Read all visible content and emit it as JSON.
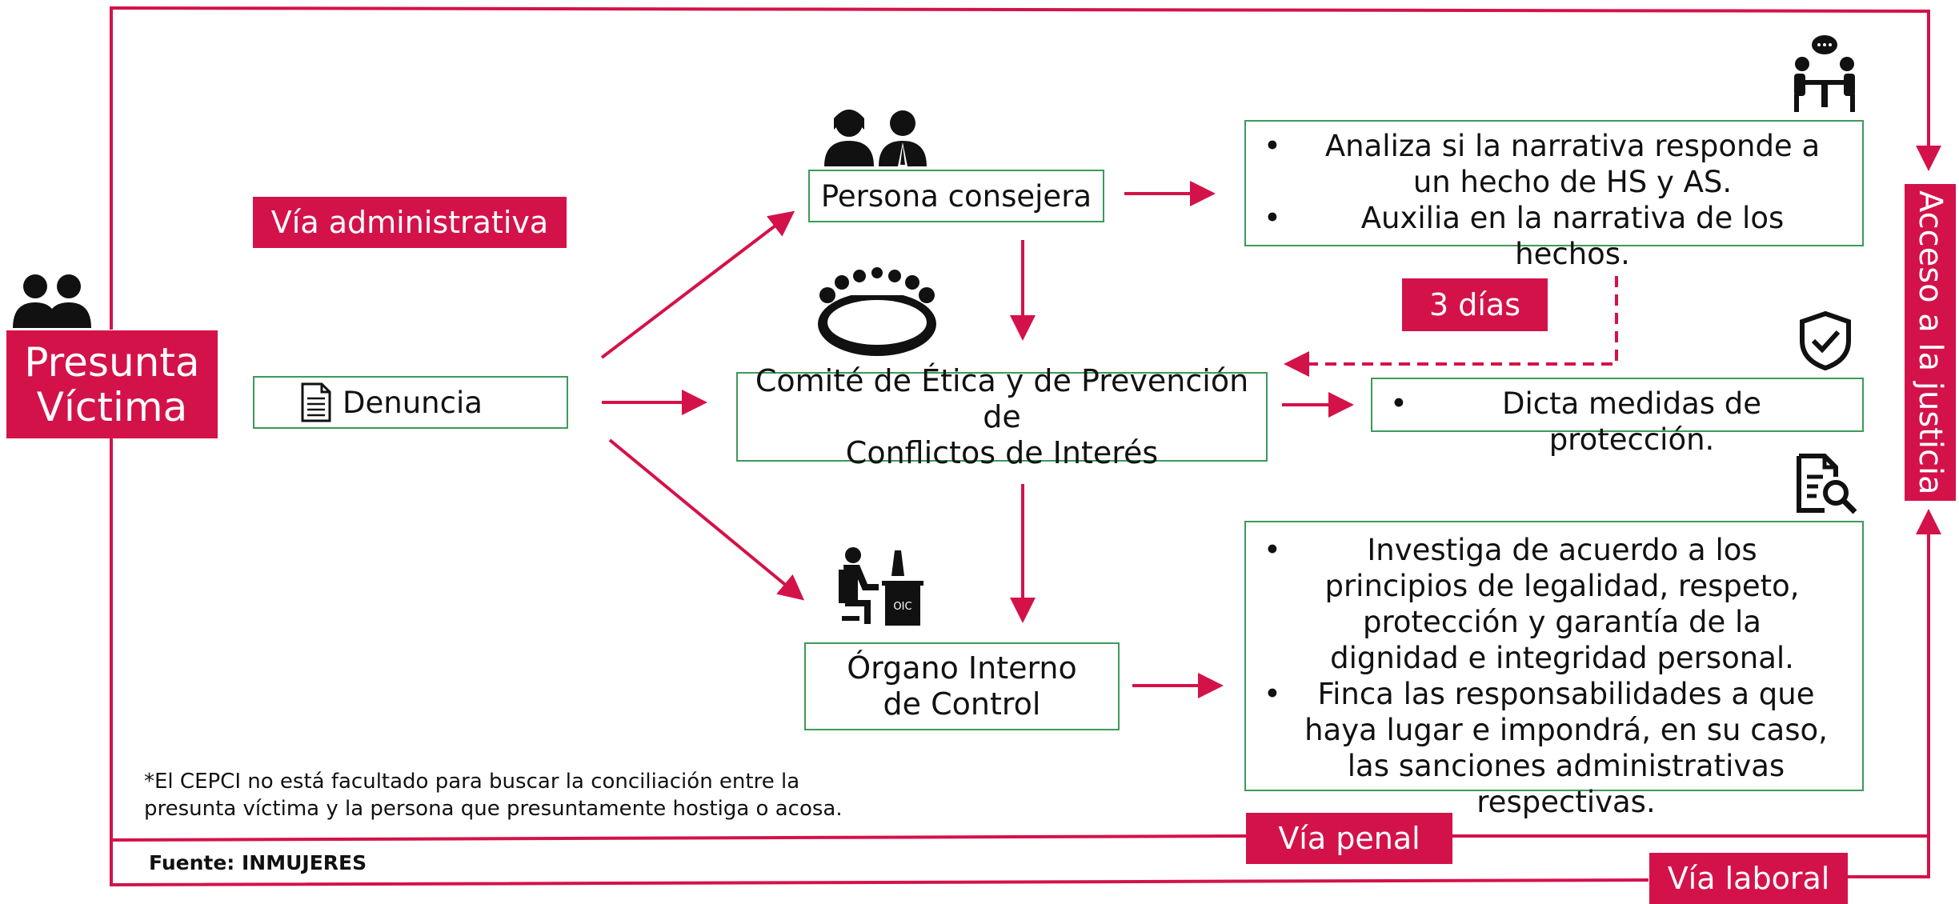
{
  "victim": {
    "label_line1": "Presunta",
    "label_line2": "Víctima"
  },
  "labels": {
    "via_administrativa": "Vía administrativa",
    "tres_dias": "3 días",
    "acceso_justicia": "Acceso a la justicia",
    "via_penal": "Vía penal",
    "via_laboral": "Vía laboral"
  },
  "nodes": {
    "denuncia": "Denuncia",
    "persona_consejera": "Persona consejera",
    "comite_line1": "Comité de Ética y de Prevención de",
    "comite_line2": "Conflictos de Interés",
    "oic_line1": "Órgano Interno",
    "oic_line2": "de Control",
    "oic_icon_text": "OIC"
  },
  "bullets": {
    "consejera": [
      "Analiza si la narrativa responde a un hecho de HS y AS.",
      "Auxilia en la narrativa de los hechos."
    ],
    "comite": [
      "Dicta medidas de protección."
    ],
    "oic": [
      "Investiga de acuerdo a los principios de legalidad, respeto, protección y garantía de la dignidad e integridad personal.",
      "Finca las responsabilidades a que haya lugar e impondrá, en su caso, las sanciones administrativas respectivas."
    ]
  },
  "footnote": {
    "line1": "*El CEPCI no está facultado para buscar la conciliación entre la",
    "line2": "presunta víctima y la persona que presuntamente hostiga o acosa."
  },
  "source": "Fuente: INMUJERES",
  "colors": {
    "accent": "#d4124a",
    "border_green": "#3c9a5a"
  },
  "icons": [
    "victim-people-icon",
    "counselor-people-icon",
    "meeting-icon",
    "committee-icon",
    "shield-check-icon",
    "office-worker-icon",
    "document-search-icon",
    "document-icon"
  ]
}
